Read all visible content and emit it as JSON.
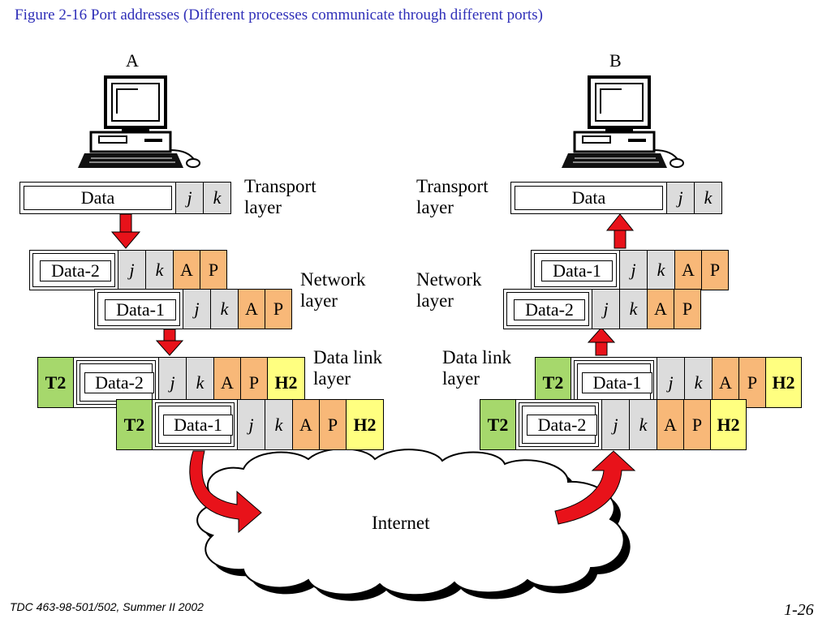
{
  "title": "Figure  2-16 Port addresses (Different processes communicate through different ports)",
  "hosts": {
    "a": "A",
    "b": "B"
  },
  "layers": {
    "transport": "Transport\nlayer",
    "network": "Network\nlayer",
    "datalink": "Data link\nlayer"
  },
  "cells": {
    "j": "j",
    "k": "k",
    "a": "A",
    "p": "P",
    "t2": "T2",
    "h2": "H2"
  },
  "data": {
    "d": "Data",
    "d1": "Data-1",
    "d2": "Data-2"
  },
  "cloud": "Internet",
  "footer": {
    "left": "TDC 463-98-501/502, Summer II 2002",
    "right": "1-26"
  },
  "colors": {
    "arrow": "#e8121a",
    "port": "#dcdcdc",
    "address": "#f8b878",
    "trailer": "#a6d86c",
    "header": "#ffff80",
    "title": "#2e2eb8"
  }
}
